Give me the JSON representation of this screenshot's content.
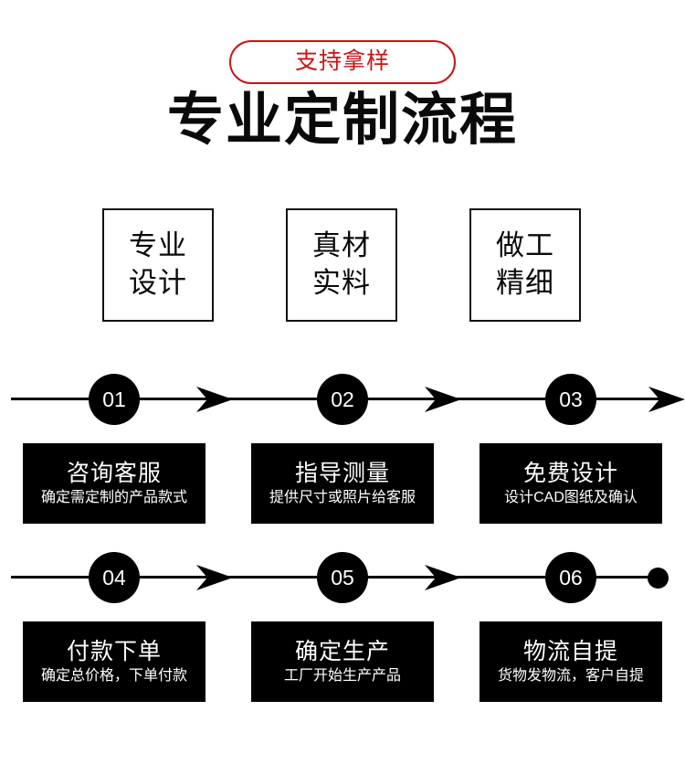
{
  "header": {
    "badge": "支持拿样",
    "title": "专业定制流程",
    "badge_color": "#cc1212",
    "title_color": "#0a0a0a"
  },
  "features": [
    {
      "line1": "专业",
      "line2": "设计"
    },
    {
      "line1": "真材",
      "line2": "实料"
    },
    {
      "line1": "做工",
      "line2": "精细"
    }
  ],
  "flow": {
    "line_color": "#000000",
    "node_fill": "#000000",
    "node_text_color": "#ffffff",
    "rows": [
      {
        "nodes": [
          "01",
          "02",
          "03"
        ],
        "end_marker": "arrow-icon"
      },
      {
        "nodes": [
          "04",
          "05",
          "06"
        ],
        "end_marker": "dot-icon"
      }
    ]
  },
  "steps": [
    {
      "number": "01",
      "title": "咨询客服",
      "subtitle": "确定需定制的产品款式"
    },
    {
      "number": "02",
      "title": "指导测量",
      "subtitle": "提供尺寸或照片给客服"
    },
    {
      "number": "03",
      "title": "免费设计",
      "subtitle": "设计CAD图纸及确认"
    },
    {
      "number": "04",
      "title": "付款下单",
      "subtitle": "确定总价格，下单付款"
    },
    {
      "number": "05",
      "title": "确定生产",
      "subtitle": "工厂开始生产产品"
    },
    {
      "number": "06",
      "title": "物流自提",
      "subtitle": "货物发物流，客户自提"
    }
  ],
  "card_bg": "#000000",
  "card_text_color": "#ffffff",
  "page_bg": "#ffffff"
}
